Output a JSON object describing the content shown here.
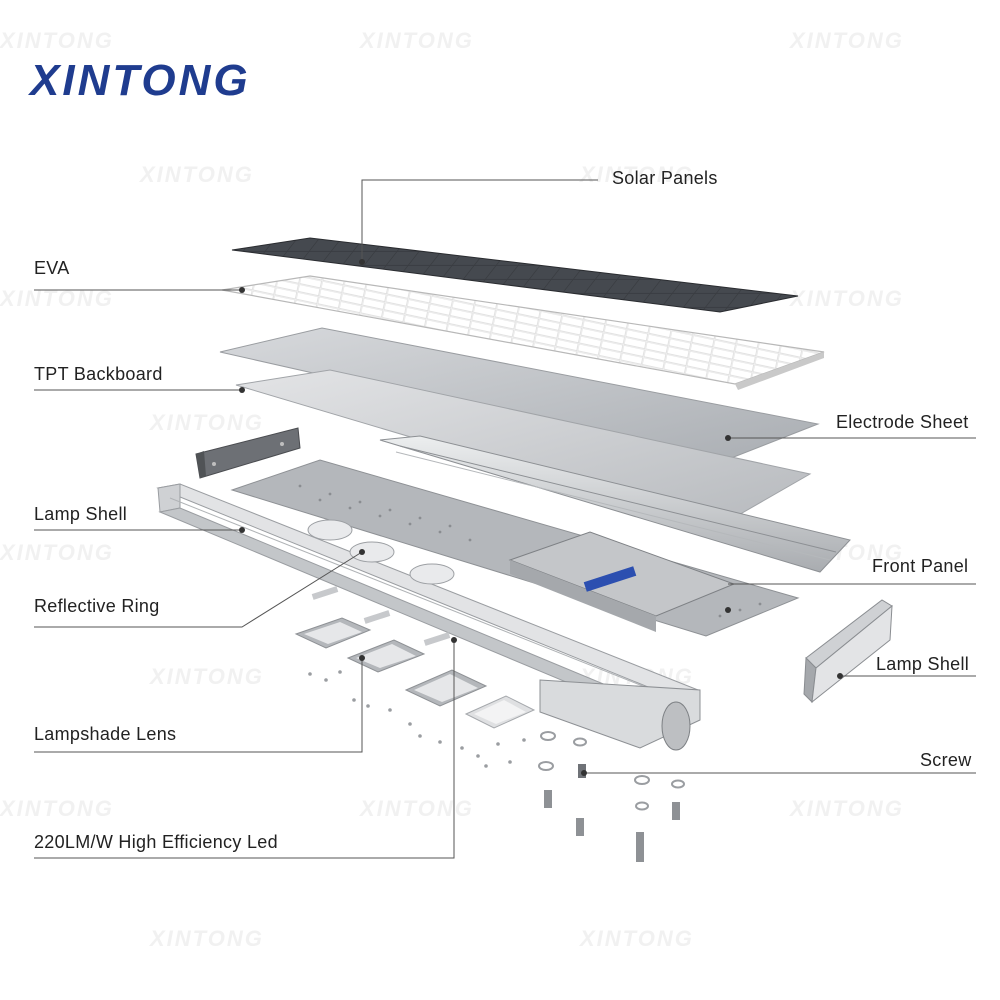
{
  "brand": {
    "name": "XINTONG",
    "color": "#1f3c8f",
    "accent": "#f2b400"
  },
  "watermark": {
    "text": "XINTONG"
  },
  "labels": {
    "solar_panels": "Solar Panels",
    "eva": "EVA",
    "tpt_backboard": "TPT Backboard",
    "electrode_sheet": "Electrode Sheet",
    "lamp_shell_left": "Lamp Shell",
    "front_panel": "Front Panel",
    "reflective_ring": "Reflective Ring",
    "lamp_shell_right": "Lamp Shell",
    "lampshade_lens": "Lampshade Lens",
    "screw": "Screw",
    "led": "220LM/W High Efficiency Led"
  },
  "colors": {
    "solar": "#3a3d42",
    "eva": "#e4e4e4",
    "metal": "#c9ccd0",
    "line": "#555555"
  }
}
